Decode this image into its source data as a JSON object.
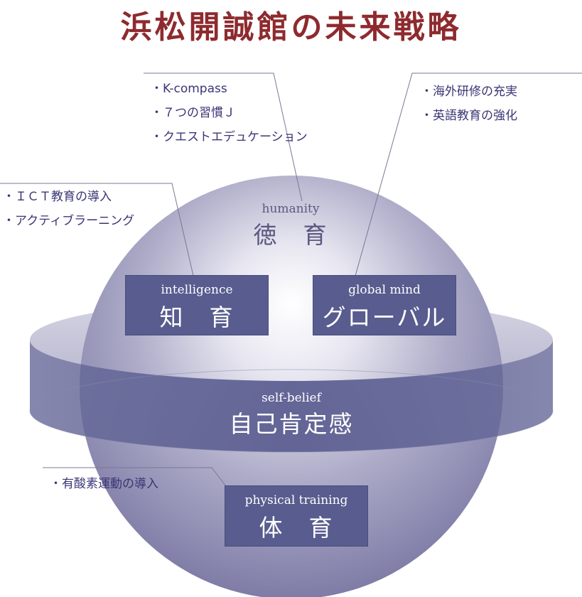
{
  "title": "浜松開誠館の未来戦略",
  "notes": {
    "humanity": [
      "・K-compass",
      "・７つの習慣Ｊ",
      "・クエストエデュケーション"
    ],
    "global": [
      "・海外研修の充実",
      "・英語教育の強化"
    ],
    "intelligence": [
      "・ＩＣＴ教育の導入",
      "・アクティブラーニング"
    ],
    "physical": [
      "・有酸素運動の導入"
    ]
  },
  "humanity": {
    "en": "humanity",
    "jp": "徳　育"
  },
  "intelligence": {
    "en": "intelligence",
    "jp": "知　育"
  },
  "global": {
    "en": "global mind",
    "jp": "グローバル"
  },
  "self_belief": {
    "en": "self-belief",
    "jp": "自己肯定感"
  },
  "physical": {
    "en": "physical training",
    "jp": "体　育"
  },
  "colors": {
    "title": "#8e2a2e",
    "box": "#585c8e",
    "note_text": "#3a3575",
    "ring": "#6e7099"
  }
}
